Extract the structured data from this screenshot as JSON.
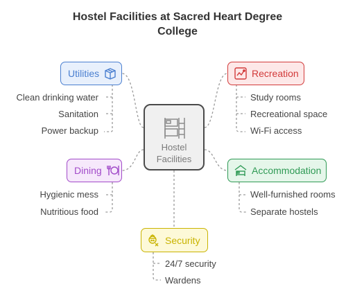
{
  "title": "Hostel Facilities at Sacred Heart Degree College",
  "center": {
    "label_line1": "Hostel",
    "label_line2": "Facilities",
    "icon": "bunk-bed-icon"
  },
  "nodes": {
    "utilities": {
      "label": "Utilities",
      "icon": "box-icon",
      "color": "#4a7fd0",
      "fill": "#e8f0fc",
      "items": [
        "Clean drinking water",
        "Sanitation",
        "Power backup"
      ]
    },
    "recreation": {
      "label": "Recreation",
      "icon": "activity-icon",
      "color": "#d23a3a",
      "fill": "#fde8e8",
      "items": [
        "Study rooms",
        "Recreational space",
        "Wi-Fi access"
      ]
    },
    "dining": {
      "label": "Dining",
      "icon": "dining-icon",
      "color": "#a24bc9",
      "fill": "#f6e8fb",
      "items": [
        "Hygienic mess",
        "Nutritious food"
      ]
    },
    "accommodation": {
      "label": "Accommodation",
      "icon": "bed-house-icon",
      "color": "#2f9a55",
      "fill": "#e5f6ea",
      "items": [
        "Well-furnished rooms",
        "Separate hostels"
      ]
    },
    "security": {
      "label": "Security",
      "icon": "guard-icon",
      "color": "#c9b300",
      "fill": "#fdf9d8",
      "items": [
        "24/7 security",
        "Wardens"
      ]
    }
  }
}
